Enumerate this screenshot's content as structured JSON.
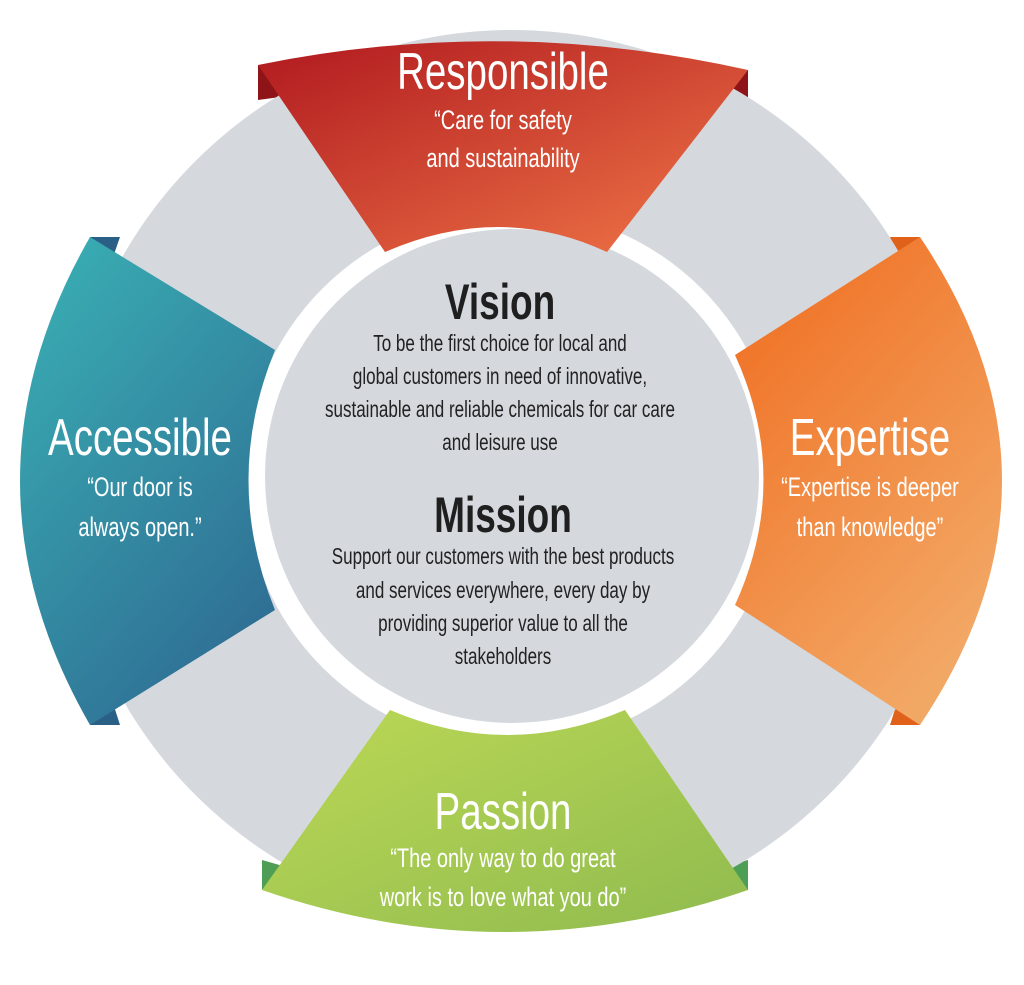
{
  "colors": {
    "ring": "#d5d9de",
    "center": "#d5d9de",
    "red": "#c0272d",
    "orange": "#f07a2a",
    "teal": "#37a7b0",
    "green": "#a6ca50"
  },
  "values": [
    {
      "title": "Responsible",
      "quote": [
        "“Care for safety",
        "and sustainability"
      ]
    },
    {
      "title": "Accessible",
      "quote": [
        "“Our door is",
        "always open.”"
      ]
    },
    {
      "title": "Expertise",
      "quote": [
        "“Expertise is deeper",
        "than knowledge”"
      ]
    },
    {
      "title": "Passion",
      "quote": [
        "“The only way to do great",
        "work is to love what you do”"
      ]
    }
  ],
  "center": {
    "vision_title": "Vision",
    "vision_lines": [
      "To be the first choice for local and",
      "global customers in need of innovative,",
      "sustainable and reliable chemicals for car care",
      "and leisure use"
    ],
    "mission_title": "Mission",
    "mission_lines": [
      "Support our customers with the best products",
      "and services everywhere, every day by",
      "providing superior value to all the",
      "stakeholders"
    ]
  }
}
